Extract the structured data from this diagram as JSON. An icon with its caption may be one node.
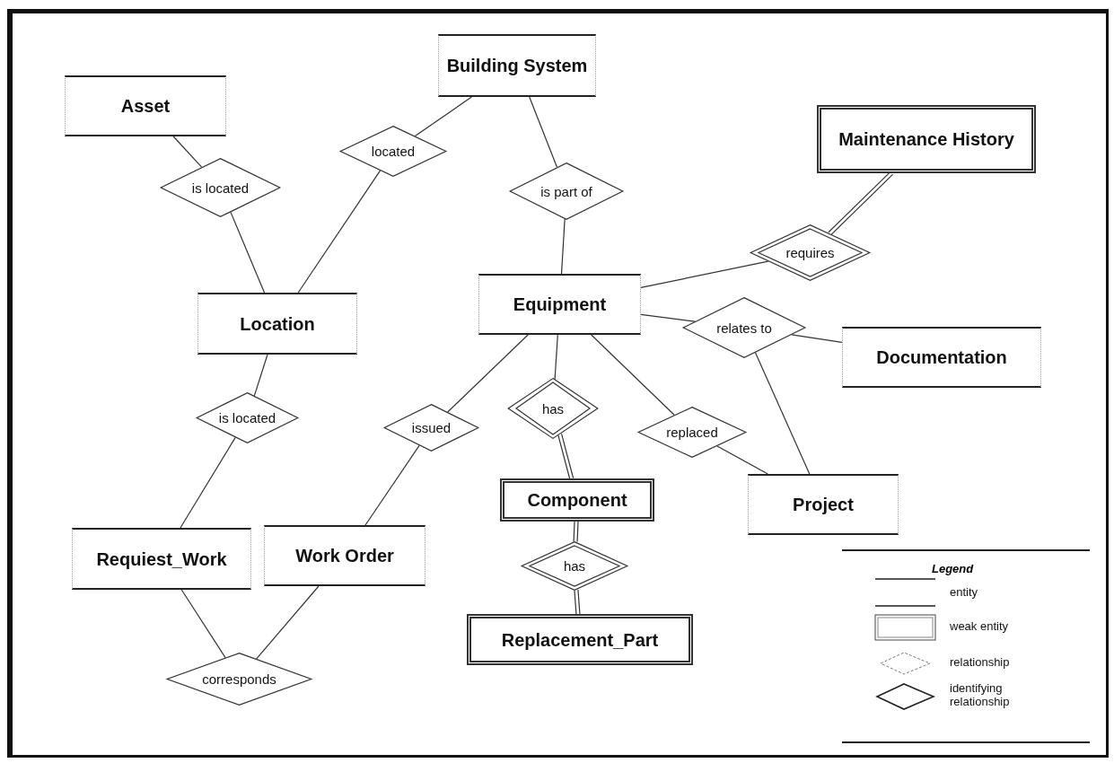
{
  "diagram": {
    "nodes": [
      {
        "text": [
          "Building System"
        ]
      },
      {
        "text": [
          "Asset"
        ]
      },
      {
        "text": [
          "Maintenance History"
        ]
      },
      {
        "text": [
          "located"
        ]
      },
      {
        "text": [
          "is located"
        ]
      },
      {
        "text": [
          "is part of"
        ]
      },
      {
        "text": [
          "requires"
        ]
      },
      {
        "text": [
          "Equipment"
        ]
      },
      {
        "text": [
          "Location"
        ]
      },
      {
        "text": [
          "relates to"
        ]
      },
      {
        "text": [
          "Documentation"
        ]
      },
      {
        "text": [
          "is located"
        ]
      },
      {
        "text": [
          "issued"
        ]
      },
      {
        "text": [
          "has"
        ]
      },
      {
        "text": [
          "replaced"
        ]
      },
      {
        "text": [
          "Component"
        ]
      },
      {
        "text": [
          "Project"
        ]
      },
      {
        "text": [
          "Requiest_Work"
        ]
      },
      {
        "text": [
          "Work Order"
        ]
      },
      {
        "text": [
          "has"
        ]
      },
      {
        "text": [
          "Replacement_Part"
        ]
      },
      {
        "text": [
          "corresponds"
        ]
      }
    ],
    "edges": [
      {
        "from": 1,
        "to": 4,
        "arrow": "none"
      },
      {
        "from": 4,
        "to": 8,
        "arrow": "none"
      },
      {
        "from": 0,
        "to": 3,
        "arrow": "none"
      },
      {
        "from": 3,
        "to": 8,
        "arrow": "none"
      },
      {
        "from": 0,
        "to": 5,
        "arrow": "none"
      },
      {
        "from": 5,
        "to": 7,
        "arrow": "none"
      },
      {
        "from": 7,
        "to": 6,
        "arrow": "none"
      },
      {
        "from": 6,
        "to": 2,
        "arrow": "none"
      },
      {
        "from": 7,
        "to": 9,
        "arrow": "none"
      },
      {
        "from": 9,
        "to": 10,
        "arrow": "none"
      },
      {
        "from": 9,
        "to": 16,
        "arrow": "none"
      },
      {
        "from": 7,
        "to": 14,
        "arrow": "none"
      },
      {
        "from": 14,
        "to": 16,
        "arrow": "none"
      },
      {
        "from": 7,
        "to": 12,
        "arrow": "none"
      },
      {
        "from": 12,
        "to": 18,
        "arrow": "none"
      },
      {
        "from": 7,
        "to": 13,
        "arrow": "none"
      },
      {
        "from": 13,
        "to": 15,
        "arrow": "none"
      },
      {
        "from": 15,
        "to": 19,
        "arrow": "none"
      },
      {
        "from": 19,
        "to": 20,
        "arrow": "none"
      },
      {
        "from": 8,
        "to": 11,
        "arrow": "none"
      },
      {
        "from": 11,
        "to": 17,
        "arrow": "none"
      },
      {
        "from": 17,
        "to": 21,
        "arrow": "none"
      },
      {
        "from": 21,
        "to": 18,
        "arrow": "none"
      }
    ],
    "labels": [
      "Legend"
    ],
    "legend": [
      {
        "text": "entity"
      },
      {
        "text": "weak entity"
      },
      {
        "text": "relationship"
      },
      {
        "text": "identifying relationship"
      }
    ]
  }
}
